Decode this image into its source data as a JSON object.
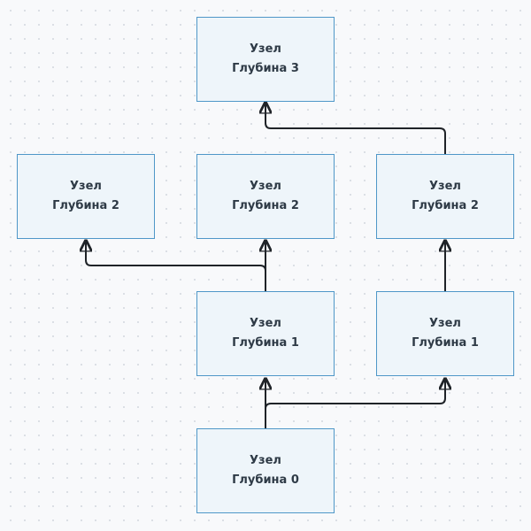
{
  "nodes": {
    "d3": {
      "label": "Узел",
      "depth": "Глубина 3"
    },
    "d2a": {
      "label": "Узел",
      "depth": "Глубина 2"
    },
    "d2b": {
      "label": "Узел",
      "depth": "Глубина 2"
    },
    "d2c": {
      "label": "Узел",
      "depth": "Глубина 2"
    },
    "d1a": {
      "label": "Узел",
      "depth": "Глубина 1"
    },
    "d1b": {
      "label": "Узел",
      "depth": "Глубина 1"
    },
    "d0": {
      "label": "Узел",
      "depth": "Глубина 0"
    }
  },
  "edges": [
    {
      "from": "d0",
      "to": "d1a"
    },
    {
      "from": "d0",
      "to": "d1b"
    },
    {
      "from": "d1a",
      "to": "d2a"
    },
    {
      "from": "d1a",
      "to": "d2b"
    },
    {
      "from": "d1b",
      "to": "d2c"
    },
    {
      "from": "d2c",
      "to": "d3"
    }
  ],
  "colors": {
    "node_fill": "#eef5fa",
    "node_border": "#4f97c8",
    "edge": "#1f2328",
    "text": "#2e3a46"
  }
}
